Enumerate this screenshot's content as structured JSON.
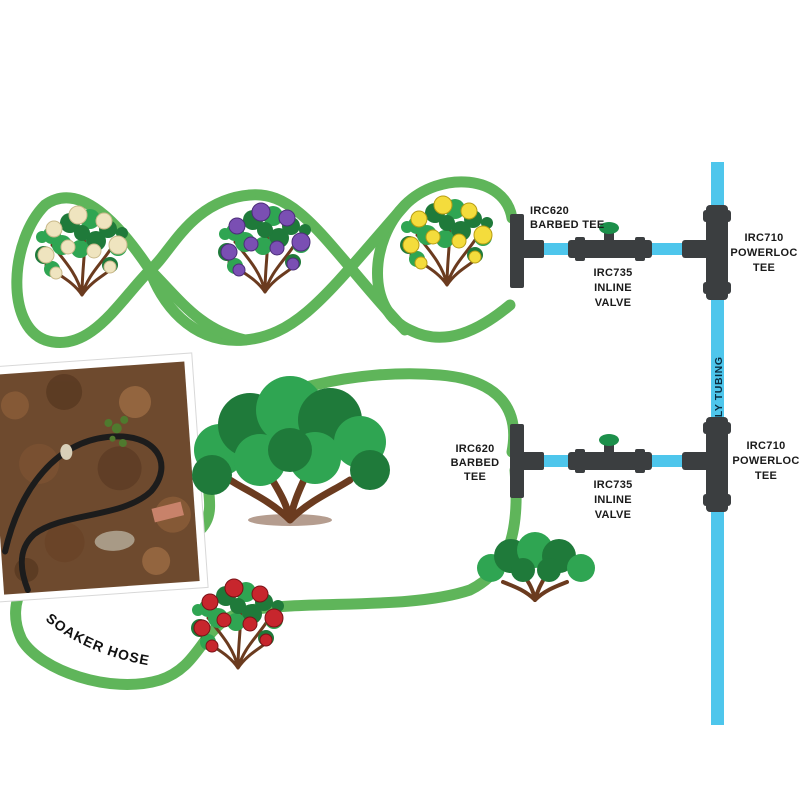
{
  "colors": {
    "hose": "#5fb55a",
    "poly_tubing": "#4ec6ec",
    "fitting": "#3b3e40",
    "valve_handle": "#1c8f4a",
    "leaf_dark": "#1f7a3a",
    "leaf_light": "#2fa552",
    "trunk": "#6b3b1f",
    "rose_cream": "#efe4bf",
    "rose_purple": "#7a4fb3",
    "rose_yellow": "#f4dc3c",
    "rose_red": "#c7262d"
  },
  "labels": {
    "tee_top_1": "IRC620",
    "tee_top_2": "BARBED TEE",
    "valve_top_1": "IRC735",
    "valve_top_2": "INLINE",
    "valve_top_3": "VALVE",
    "powerloc_top_1": "IRC710",
    "powerloc_top_2": "POWERLOC",
    "powerloc_top_3": "TEE",
    "tee_bot_1": "IRC620",
    "tee_bot_2": "BARBED",
    "tee_bot_3": "TEE",
    "valve_bot_1": "IRC735",
    "valve_bot_2": "INLINE",
    "valve_bot_3": "VALVE",
    "powerloc_bot_1": "IRC710",
    "powerloc_bot_2": "POWERLOC",
    "powerloc_bot_3": "TEE",
    "poly_tubing": "POLY TUBING",
    "soaker_hose": "SOAKER HOSE"
  },
  "icons": {
    "photo": "soaker-hose-photo",
    "valve": "inline-valve-icon",
    "tee": "barbed-tee-icon",
    "powerloc": "powerloc-tee-icon"
  }
}
